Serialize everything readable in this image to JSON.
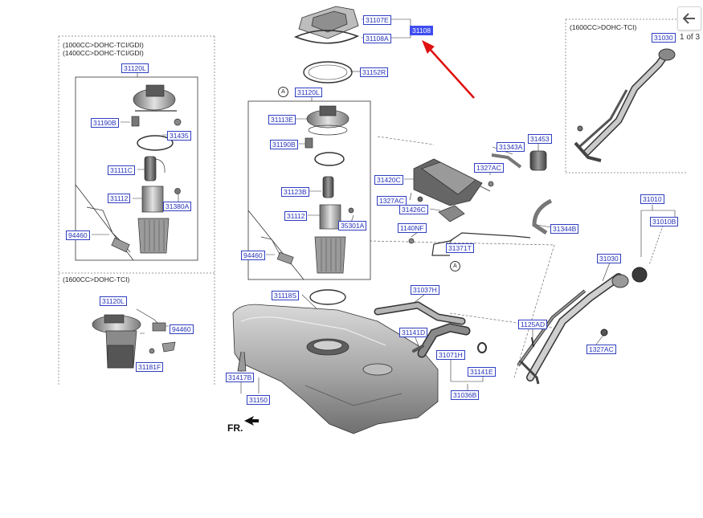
{
  "variants": {
    "left_top": "(1000CC>DOHC-TCI/GDI)",
    "left_top_2": "(1400CC>DOHC-TCI/GDI)",
    "left_bottom": "(1600CC>DOHC-TCI)",
    "right_top": "(1600CC>DOHC-TCI)"
  },
  "circle_marker": "A",
  "direction_marker": "FR.",
  "nav": {
    "page": "1 of 3"
  },
  "parts": {
    "p31107e": "31107E",
    "p31108": "31108",
    "p31108a": "31108A",
    "p31152r": "31152R",
    "p31120l_a": "31120L",
    "p31190b_a": "31190B",
    "p31435": "31435",
    "p31111c": "31111C",
    "p31112_a": "31112",
    "p31380a": "31380A",
    "p94460_a": "94460",
    "p31120l_b": "31120L",
    "p31113e": "31113E",
    "p31190b_b": "31190B",
    "p31123b": "31123B",
    "p31112_b": "31112",
    "p35301a": "35301A",
    "p94460_b": "94460",
    "p31120l_c": "31120L",
    "p94460_c": "94460",
    "p31181f": "31181F",
    "p31118s": "31118S",
    "p31417b": "31417B",
    "p31150": "31150",
    "p31420c": "31420C",
    "p1327ac_a": "1327AC",
    "p31426c": "31426C",
    "p1140nf": "1140NF",
    "p31371t": "31371T",
    "p31343a": "31343A",
    "p1327ac_b": "1327AC",
    "p31453": "31453",
    "p31344b": "31344B",
    "p31037h": "31037H",
    "p31141d": "31141D",
    "p31071h": "31071H",
    "p31141e": "31141E",
    "p31036b": "31036B",
    "p1125ad": "1125AD",
    "p31030_a": "31030",
    "p1327ac_c": "1327AC",
    "p31010": "31010",
    "p31010b": "31010B",
    "p31030_b": "31030"
  },
  "colors": {
    "label_border": "#2f3fc0",
    "label_text": "#2432b8",
    "highlight": "#3d4df0",
    "arrow": "#e01010"
  }
}
